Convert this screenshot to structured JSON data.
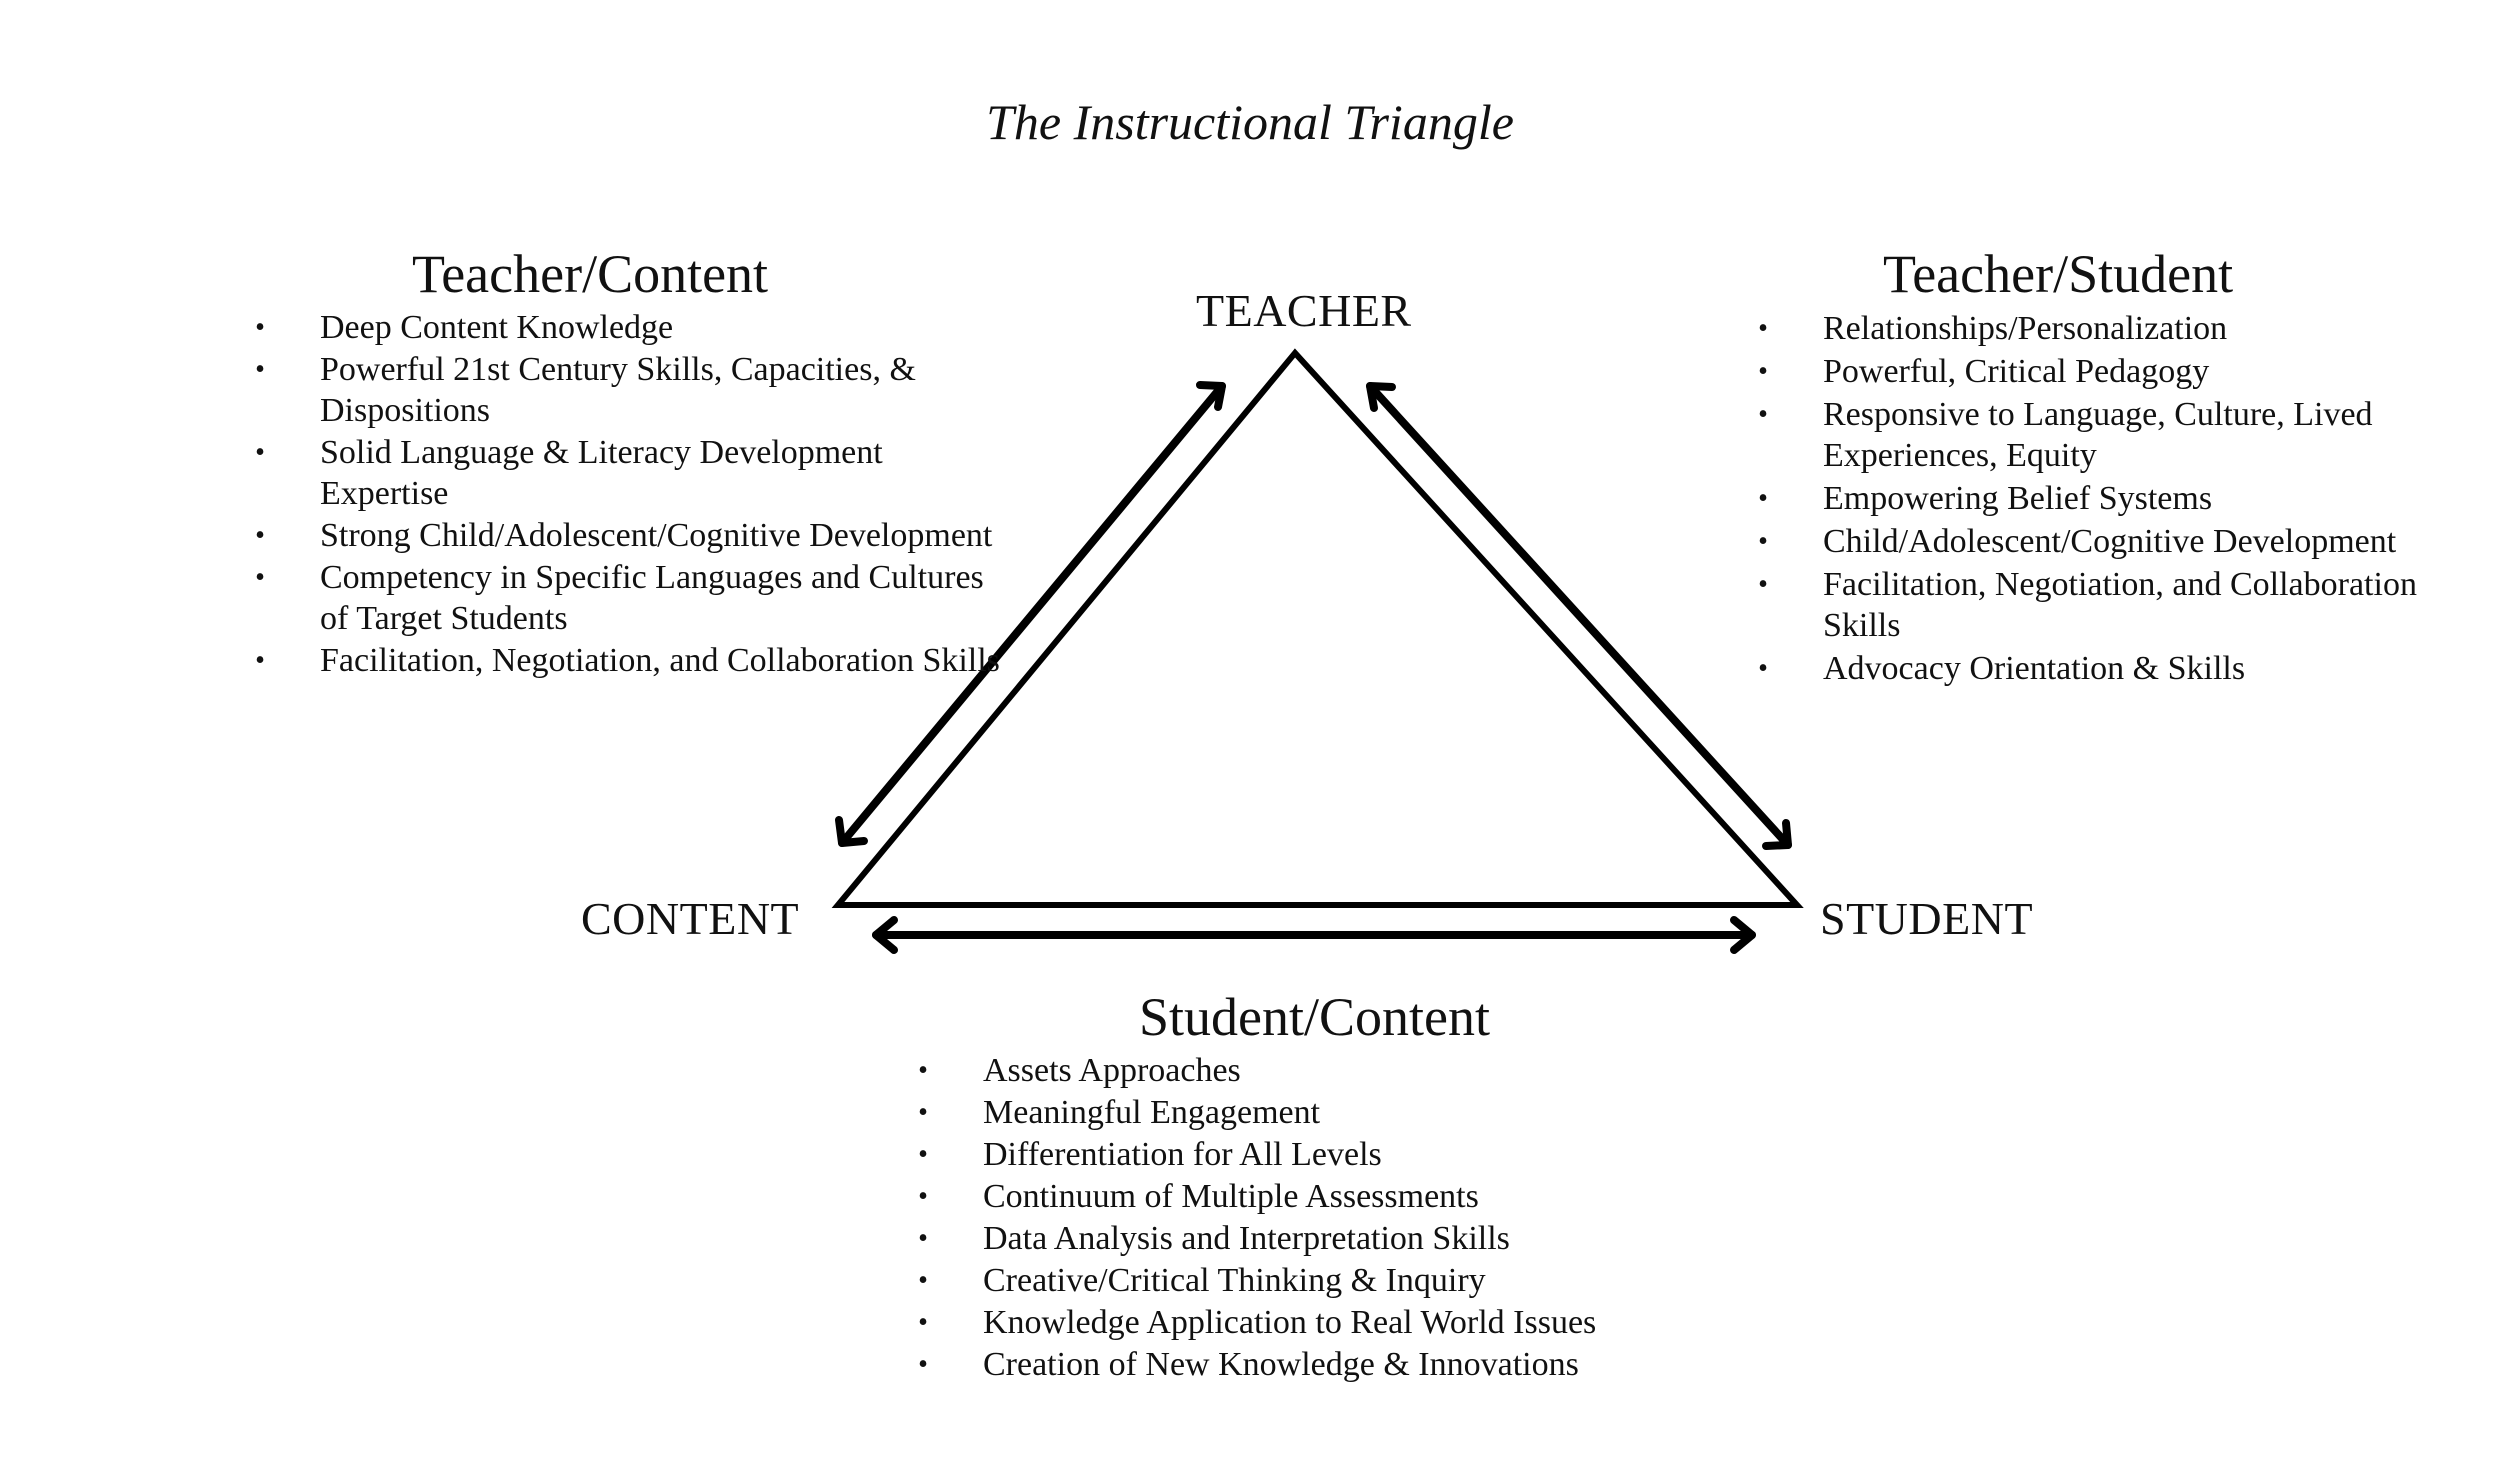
{
  "title": "The Instructional Triangle",
  "vertices": {
    "teacher": "TEACHER",
    "content": "CONTENT",
    "student": "STUDENT"
  },
  "teacher_content": {
    "heading": "Teacher/Content",
    "items": [
      "Deep Content Knowledge",
      "Powerful 21st Century Skills, Capacities, & Dispositions",
      "Solid Language & Literacy Development Expertise",
      "Strong Child/Adolescent/Cognitive Development",
      "Competency in Specific Languages and Cultures of Target Students",
      "Facilitation, Negotiation, and Collaboration Skills"
    ]
  },
  "teacher_student": {
    "heading": "Teacher/Student",
    "items": [
      "Relationships/Personalization",
      "Powerful, Critical Pedagogy",
      "Responsive to Language, Culture, Lived Experiences, Equity",
      "Empowering Belief Systems",
      "Child/Adolescent/Cognitive Development",
      "Facilitation, Negotiation, and Collaboration Skills",
      "Advocacy Orientation & Skills"
    ]
  },
  "student_content": {
    "heading": "Student/Content",
    "items": [
      "Assets Approaches",
      "Meaningful Engagement",
      "Differentiation for All Levels",
      "Continuum of Multiple Assessments",
      "Data Analysis and Interpretation Skills",
      "Creative/Critical Thinking & Inquiry",
      "Knowledge Application to Real World Issues",
      "Creation of New Knowledge & Innovations"
    ]
  }
}
